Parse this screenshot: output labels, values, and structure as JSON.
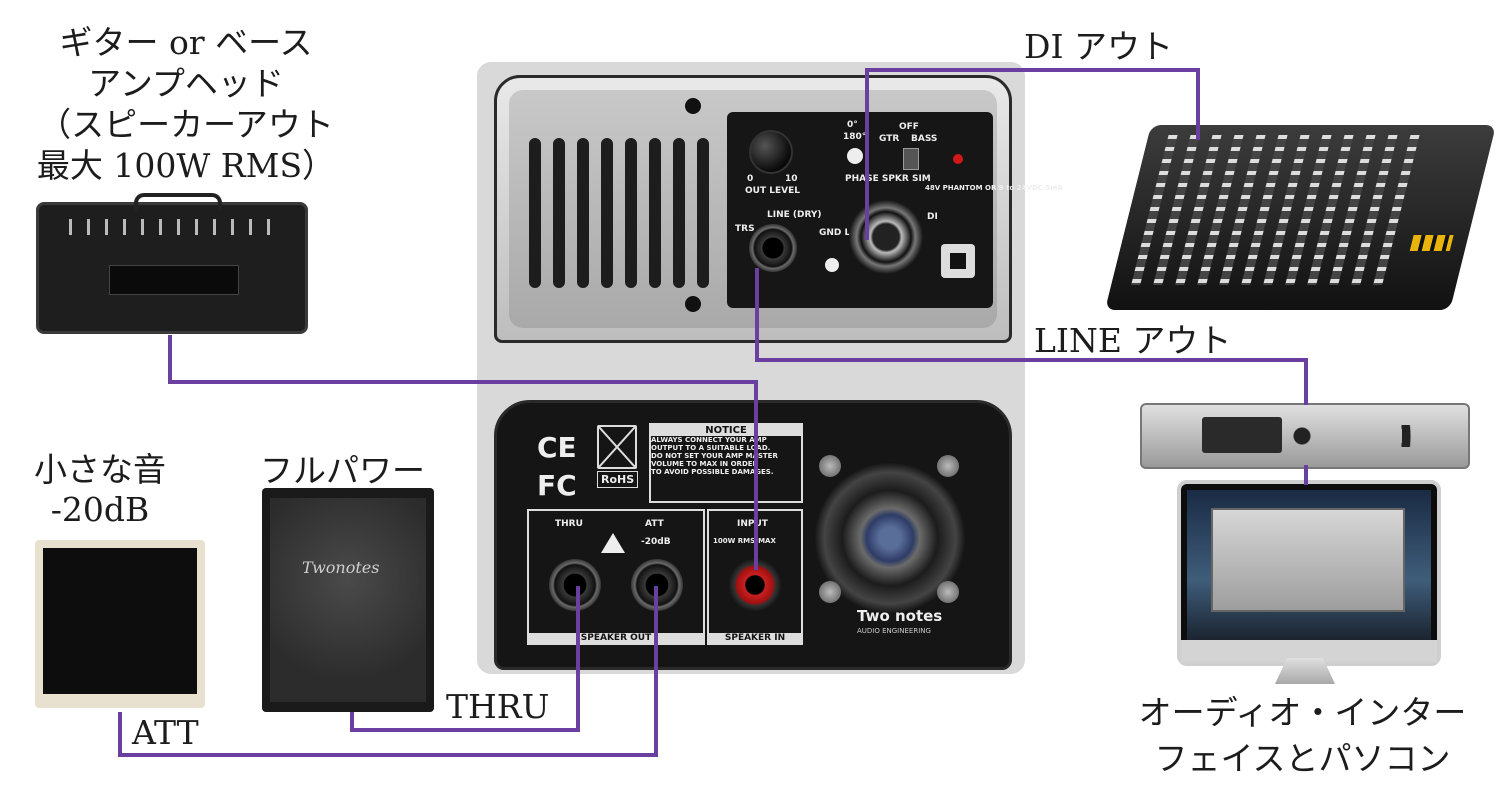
{
  "labels": {
    "amp_head": [
      "ギター or ベース",
      "アンプヘッド",
      "（スピーカーアウト",
      "最大 100W RMS）"
    ],
    "di_out": "DI アウト",
    "line_out": "LINE アウト",
    "small_sound": [
      "小さな音",
      "-20dB"
    ],
    "full_power": "フルパワー",
    "thru": "THRU",
    "att": "ATT",
    "interface_pc": [
      "オーディオ・インター",
      "フェイスとパソコン"
    ]
  },
  "device_top": {
    "out_level": "OUT LEVEL",
    "knob_min": "0",
    "knob_max": "10",
    "line_dry": "LINE (DRY)",
    "trs": "TRS",
    "gnd_lift": "GND LIFT",
    "phase_label": "PHASE SPKR SIM",
    "phase_options": [
      "0°",
      "180°"
    ],
    "spkr_options": [
      "OFF",
      "GTR",
      "BASS"
    ],
    "phantom": "48V PHANTOM OR 9 to 24VDC 5mA",
    "di": "DI"
  },
  "device_bottom": {
    "notice_title": "NOTICE",
    "notice_lines": [
      "ALWAYS CONNECT YOUR AMP",
      "OUTPUT TO A SUITABLE LOAD.",
      "DO NOT SET YOUR AMP MASTER",
      "VOLUME TO MAX IN ORDER",
      "TO AVOID POSSIBLE DAMAGES."
    ],
    "ce": "CE",
    "fc": "FC",
    "rohs": "RoHS",
    "thru": "THRU",
    "att": "ATT",
    "att_db": "-20dB",
    "speaker_out": "SPEAKER OUT",
    "input": "INPUT",
    "input_rating": "100W RMS-MAX",
    "speaker_in": "SPEAKER IN",
    "brand": "Two notes",
    "brand_sub": "AUDIO ENGINEERING"
  },
  "cabinet_brand": "Twonotes",
  "colors": {
    "wire": "#6a3fa0",
    "panel_bg": "#d9d9d9"
  }
}
